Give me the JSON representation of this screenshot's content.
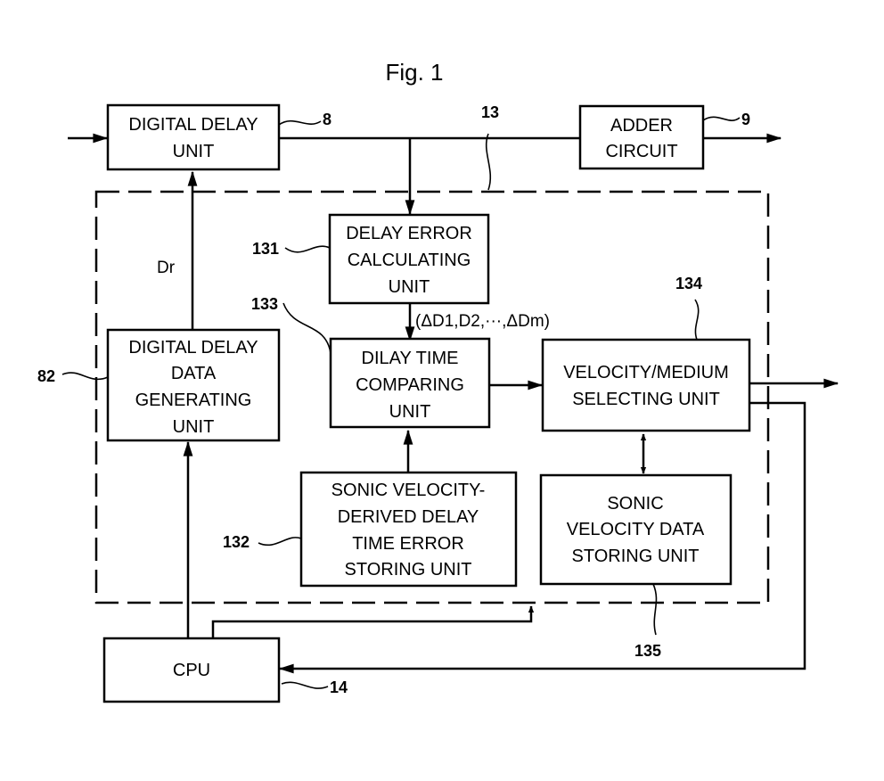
{
  "figure": {
    "title": "Fig. 1"
  },
  "blocks": {
    "digital_delay_unit": {
      "lines": [
        "DIGITAL DELAY",
        "UNIT"
      ],
      "ref": "8"
    },
    "adder_circuit": {
      "lines": [
        "ADDER",
        "CIRCUIT"
      ],
      "ref": "9"
    },
    "delay_error_calculating_unit": {
      "lines": [
        "DELAY ERROR",
        "CALCULATING",
        "UNIT"
      ],
      "ref": "131"
    },
    "digital_delay_data_generating_unit": {
      "lines": [
        "DIGITAL DELAY",
        "DATA",
        "GENERATING",
        "UNIT"
      ],
      "ref": "82"
    },
    "dilay_time_comparing_unit": {
      "lines": [
        "DILAY TIME",
        "COMPARING",
        "UNIT"
      ],
      "ref": "133"
    },
    "velocity_medium_selecting_unit": {
      "lines": [
        "VELOCITY/MEDIUM",
        "SELECTING UNIT"
      ],
      "ref": "134"
    },
    "sonic_velocity_derived_delay_time_error_storing_unit": {
      "lines": [
        "SONIC VELOCITY-",
        "DERIVED  DELAY",
        "TIME ERROR",
        "STORING UNIT"
      ],
      "ref": "132"
    },
    "sonic_velocity_data_storing_unit": {
      "lines": [
        "SONIC",
        "VELOCITY DATA",
        "STORING  UNIT"
      ],
      "ref": "135"
    },
    "cpu": {
      "lines": [
        "CPU"
      ],
      "ref": "14"
    }
  },
  "group": {
    "ref": "13"
  },
  "signals": {
    "dr": "Dr",
    "delta_d": "(ΔD1,D2,···,ΔDm)"
  }
}
